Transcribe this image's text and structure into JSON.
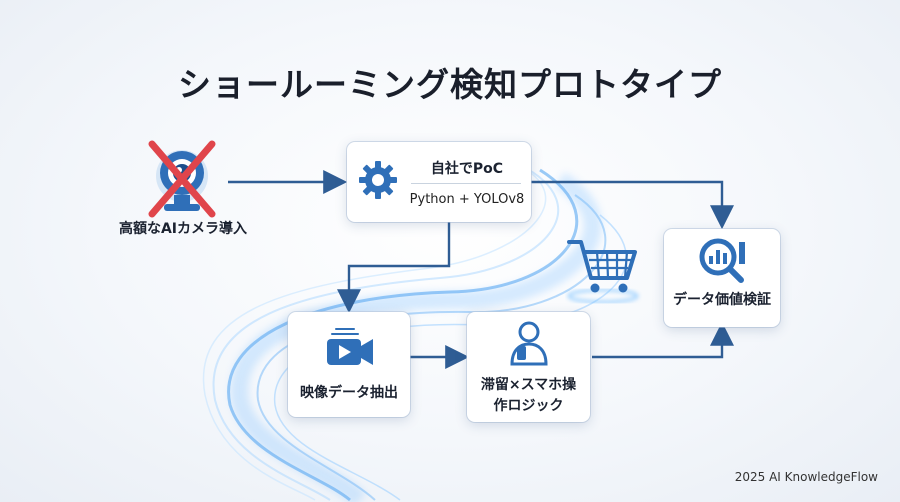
{
  "title": "ショールーミング検知プロトタイプ",
  "nodes": {
    "camera": "高額なAIカメラ導入",
    "poc_title": "自社でPoC",
    "poc_sub": "Python + YOLOv8",
    "video": "映像データ抽出",
    "logic_line1": "滞留×スマホ操",
    "logic_line2": "作ロジック",
    "verify": "データ価値検証"
  },
  "footer": "2025 AI KnowledgeFlow",
  "colors": {
    "arrow": "#2f5d94",
    "icon_blue": "#2f6fb8",
    "cross": "#e0454b",
    "glow": "#4aa8ff"
  }
}
